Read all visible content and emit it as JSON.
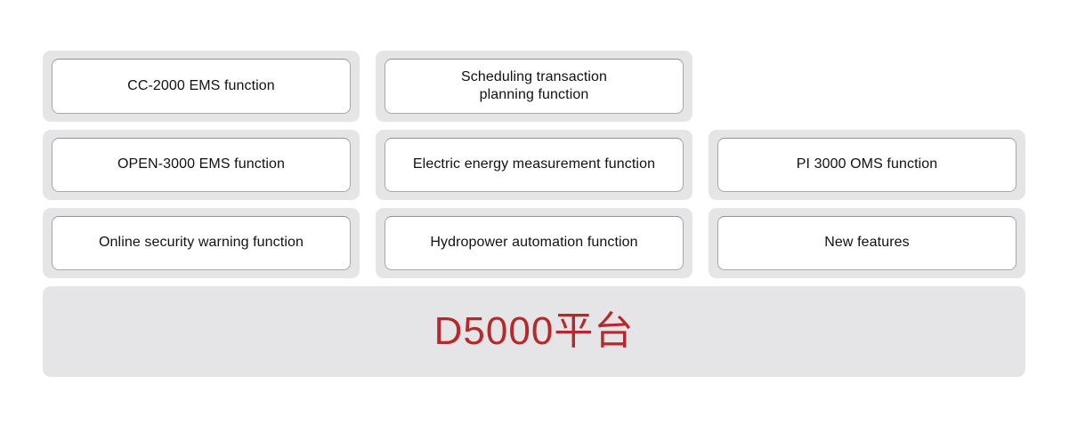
{
  "diagram": {
    "title_visible": false,
    "colors": {
      "panel_gray": "#e5e5e7",
      "box_white": "#ffffff",
      "box_border": "#a8a8a8",
      "text": "#111111",
      "platform_red": "#b5282b",
      "background": "#ffffff"
    },
    "rows": [
      {
        "row_index": 1,
        "cells": [
          {
            "present": true,
            "label": "CC-2000 EMS function",
            "line1": "CC-2000 EMS function",
            "line2": ""
          },
          {
            "present": true,
            "label": "Scheduling transaction planning function",
            "line1": "Scheduling transaction",
            "line2": "planning function"
          },
          {
            "present": false,
            "label": "",
            "line1": "",
            "line2": ""
          }
        ]
      },
      {
        "row_index": 2,
        "cells": [
          {
            "present": true,
            "label": "OPEN-3000 EMS function",
            "line1": "OPEN-3000 EMS function",
            "line2": ""
          },
          {
            "present": true,
            "label": "Electric energy measurement function",
            "line1": "Electric energy measurement function",
            "line2": ""
          },
          {
            "present": true,
            "label": "PI 3000 OMS function",
            "line1": "PI 3000 OMS function",
            "line2": ""
          }
        ]
      },
      {
        "row_index": 3,
        "cells": [
          {
            "present": true,
            "label": "Online security warning function",
            "line1": "Online security warning function",
            "line2": ""
          },
          {
            "present": true,
            "label": "Hydropower automation function",
            "line1": "Hydropower automation function",
            "line2": ""
          },
          {
            "present": true,
            "label": "New features",
            "line1": "New features",
            "line2": ""
          }
        ]
      }
    ],
    "platform": {
      "label": "D5000平台"
    }
  }
}
